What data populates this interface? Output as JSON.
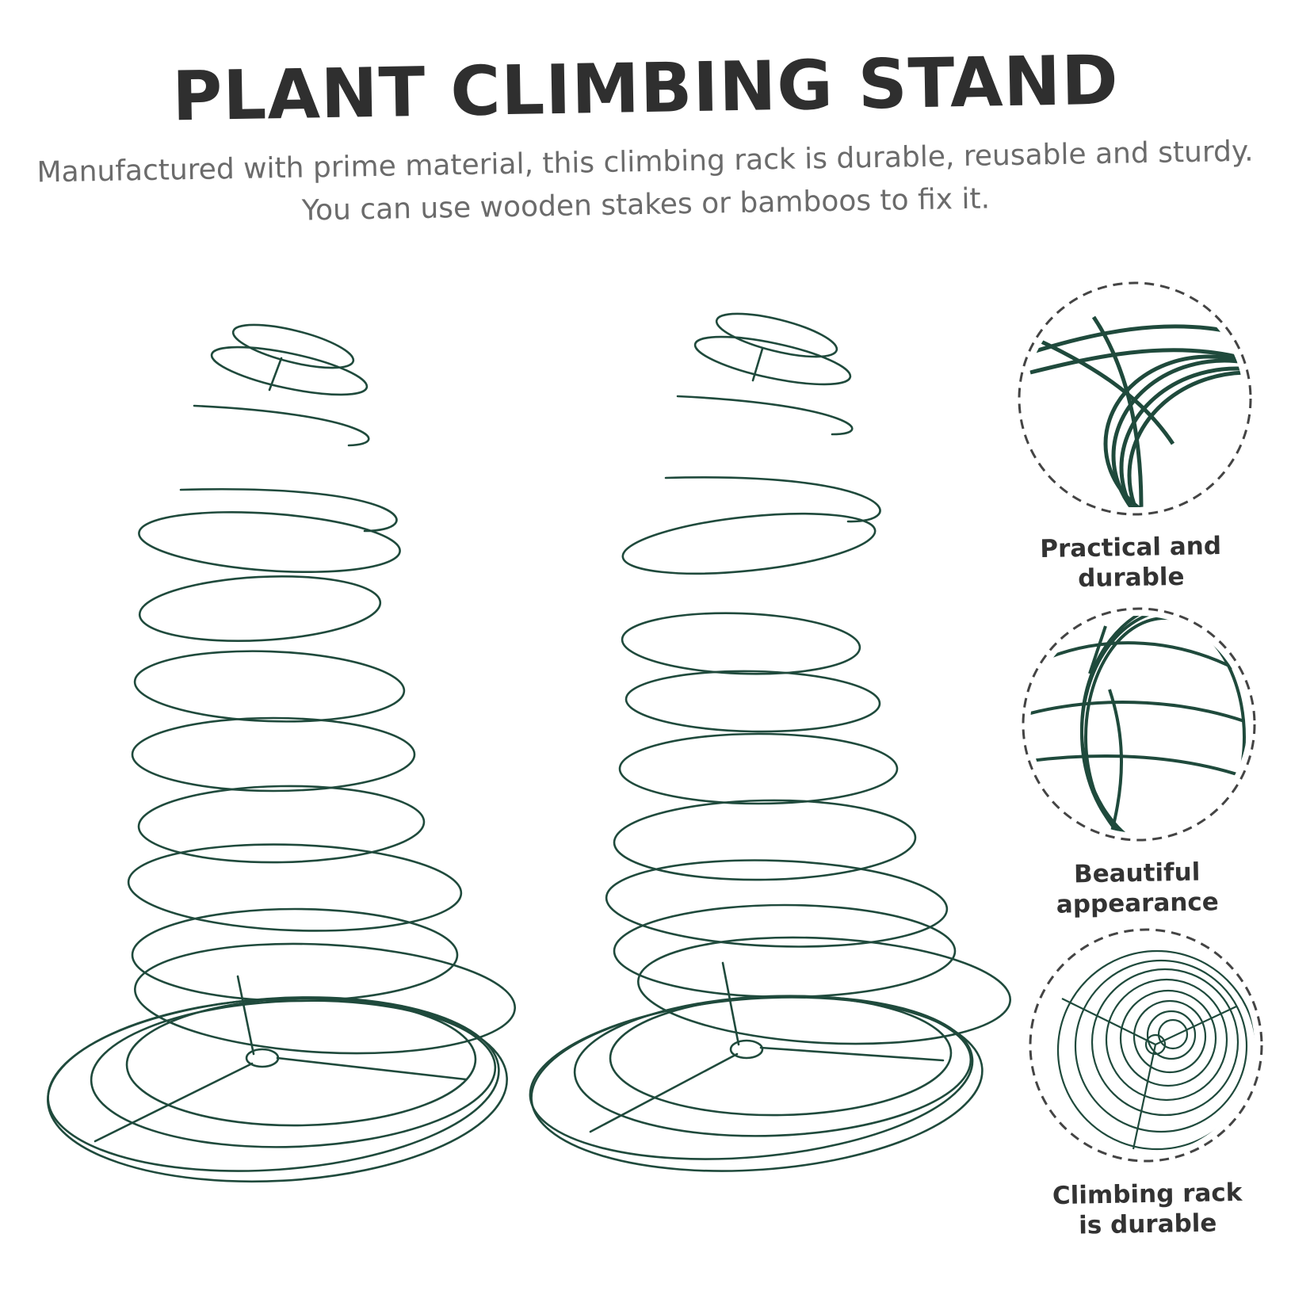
{
  "header": {
    "title": "PLANT CLIMBING STAND",
    "subtitle_line1": "Manufactured with prime material, this climbing rack is durable, reusable and sturdy.",
    "subtitle_line2": "You can use wooden stakes or bamboos to fix it."
  },
  "features": [
    {
      "label_line1": "Practical and",
      "label_line2": "durable"
    },
    {
      "label_line1": "Beautiful",
      "label_line2": "appearance"
    },
    {
      "label_line1": "Climbing rack",
      "label_line2": "is durable"
    }
  ],
  "colors": {
    "wire": "#1f4a3c",
    "title": "#2f2f2f",
    "subtitle": "#6b6b6b",
    "dashed_ring": "#444444"
  }
}
